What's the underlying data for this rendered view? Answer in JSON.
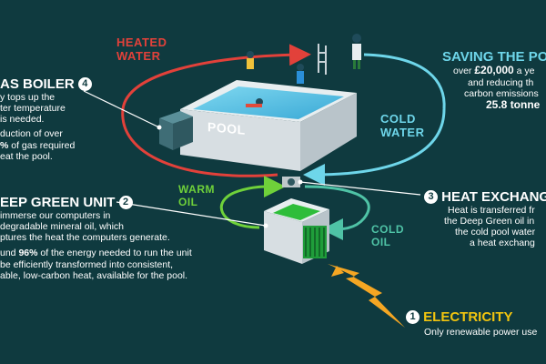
{
  "colors": {
    "background": "#0f3a3f",
    "heated": "#e2413a",
    "cold": "#6ed6ea",
    "warm_oil": "#6fd13a",
    "cold_oil": "#4fc3a6",
    "electricity": "#f1c40f"
  },
  "labels": {
    "heated_water": [
      "HEATED",
      "WATER"
    ],
    "cold_water": [
      "COLD",
      "WATER"
    ],
    "warm_oil": [
      "WARM",
      "OIL"
    ],
    "cold_oil": [
      "COLD",
      "OIL"
    ],
    "pool": "POOL"
  },
  "saving": {
    "title": "SAVING THE PO",
    "line1_pre": "over ",
    "line1_amount": "£20,000",
    "line1_post": " a ye",
    "line2": "and reducing th",
    "line3": "carbon emissions",
    "line4": "25.8 tonne"
  },
  "gas_boiler": {
    "number": "4",
    "title": "AS BOILER",
    "lines": [
      "y tops up the",
      "ter temperature",
      "is needed."
    ],
    "sub_lines_pre": "duction of over",
    "sub_line2_pct": "%",
    "sub_line2_post": " of gas required",
    "sub_line3": "eat the pool."
  },
  "deep_green": {
    "number": "2",
    "title": "EEP GREEN UNIT",
    "lines": [
      "immerse our computers in",
      "degradable mineral oil, which",
      "ptures the heat the computers generate."
    ],
    "sub_line1_pre": "und ",
    "sub_line1_pct": "96%",
    "sub_line1_post": " of the energy needed to run the unit",
    "sub_line2": "be efficiently transformed into consistent,",
    "sub_line3": "able, low-carbon heat, available for the pool."
  },
  "heat_exchanger": {
    "number": "3",
    "title": "HEAT EXCHANG",
    "lines": [
      "Heat is transferred fr",
      "the Deep Green oil in",
      "the cold pool water",
      "a heat exchang"
    ]
  },
  "electricity": {
    "number": "1",
    "title": "ELECTRICITY",
    "line": "Only renewable power use"
  }
}
